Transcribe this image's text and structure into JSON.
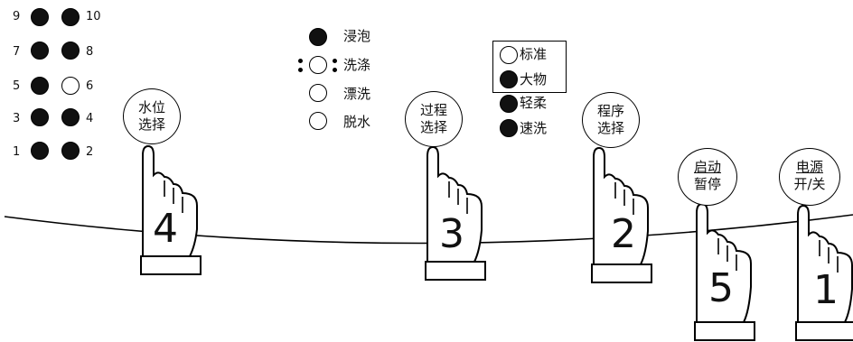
{
  "level_indicators": [
    {
      "number": "9",
      "state": "on"
    },
    {
      "number": "10",
      "state": "on"
    },
    {
      "number": "7",
      "state": "on"
    },
    {
      "number": "8",
      "state": "on"
    },
    {
      "number": "5",
      "state": "on"
    },
    {
      "number": "6",
      "state": "off"
    },
    {
      "number": "3",
      "state": "on"
    },
    {
      "number": "4",
      "state": "on"
    },
    {
      "number": "1",
      "state": "on"
    },
    {
      "number": "2",
      "state": "on"
    }
  ],
  "process_stages": [
    {
      "label": "浸泡",
      "state": "on"
    },
    {
      "label": "洗涤",
      "state": "off"
    },
    {
      "label": "漂洗",
      "state": "off"
    },
    {
      "label": "脱水",
      "state": "off"
    }
  ],
  "programs": [
    {
      "label": "标准",
      "state": "off"
    },
    {
      "label": "大物",
      "state": "on"
    },
    {
      "label": "轻柔",
      "state": "on"
    },
    {
      "label": "速洗",
      "state": "on"
    }
  ],
  "buttons": {
    "water_level": {
      "line1": "水位",
      "line2": "选择",
      "step": "4"
    },
    "process": {
      "line1": "过程",
      "line2": "选择",
      "step": "3"
    },
    "program": {
      "line1": "程序",
      "line2": "选择",
      "step": "2"
    },
    "start_pause": {
      "line1": "启动",
      "line2": "暂停",
      "step": "5"
    },
    "power": {
      "line1": "电源",
      "line2": "开/关",
      "step": "1"
    }
  },
  "colors": {
    "ink": "#111111",
    "background": "#ffffff"
  }
}
